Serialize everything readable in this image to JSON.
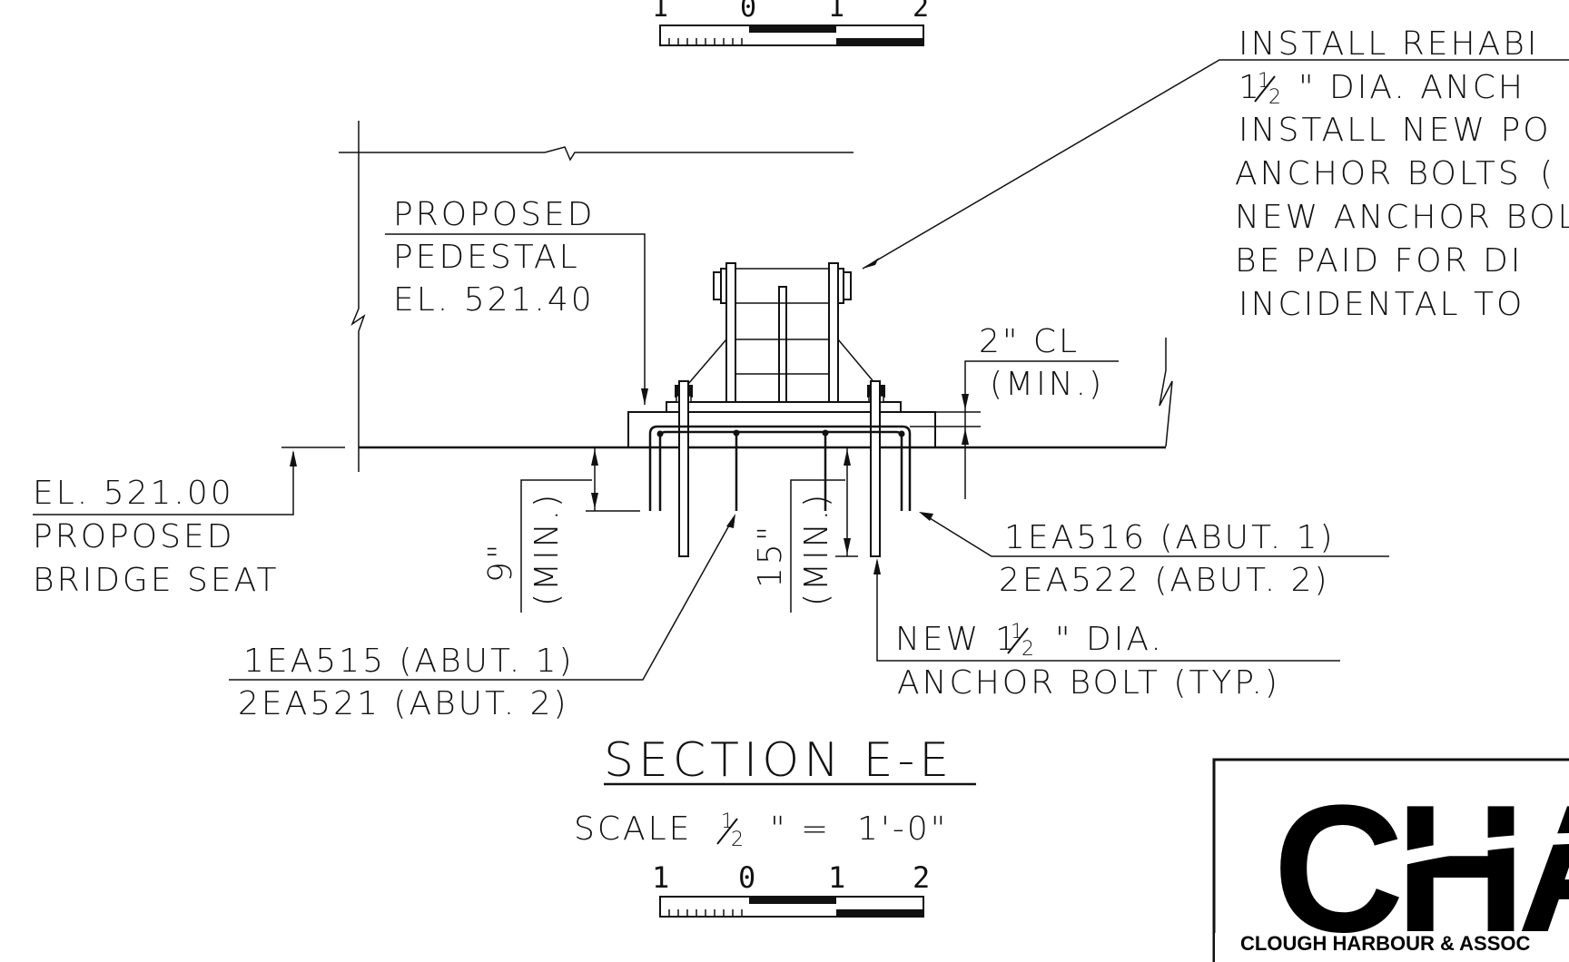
{
  "top_scale_bar": {
    "ticks": [
      "1",
      "0",
      "1",
      "2"
    ]
  },
  "general_note": {
    "lines": [
      "INSTALL REHABI",
      "1½ \" DIA. ANCH",
      "INSTALL NEW PO",
      "ANCHOR BOLTS",
      "NEW ANCHOR BOL",
      "BE PAID FOR DI",
      "INCIDENTAL TO"
    ],
    "line1_whole": "1",
    "line1_frac_top": "1",
    "line1_frac_bottom": "2",
    "line1_rest": "\" DIA. ANCH",
    "line3_cut": "("
  },
  "callouts": {
    "pedestal": [
      "PROPOSED",
      "PEDESTAL",
      "EL. 521.40"
    ],
    "bridge_seat": [
      "EL. 521.00",
      "PROPOSED",
      "BRIDGE SEAT"
    ],
    "cl_min": [
      "2\" CL",
      "(MIN.)"
    ],
    "dim_9": {
      "value": "9\"",
      "note": "(MIN.)"
    },
    "dim_15": {
      "value": "15\"",
      "note": "(MIN.)"
    },
    "bar_right": [
      "1EA516 (ABUT. 1)",
      "2EA522 (ABUT. 2)"
    ],
    "bar_left": [
      "1EA515 (ABUT. 1)",
      "2EA521 (ABUT. 2)"
    ],
    "anchor_bolt": {
      "line1_prefix": "NEW",
      "whole": "1",
      "frac_top": "1",
      "frac_bottom": "2",
      "line1_suffix": "\" DIA.",
      "line2": "ANCHOR BOLT (TYP.)"
    }
  },
  "section_title": "SECTION E-E",
  "scale": {
    "prefix": "SCALE",
    "frac_top": "1",
    "frac_bottom": "2",
    "rest": "\" =  1'-0\""
  },
  "bottom_scale_bar": {
    "ticks": [
      "1",
      "0",
      "1",
      "2"
    ]
  },
  "title_block": {
    "logo": "CHA",
    "company": "CLOUGH HARBOUR & ASSOC"
  }
}
